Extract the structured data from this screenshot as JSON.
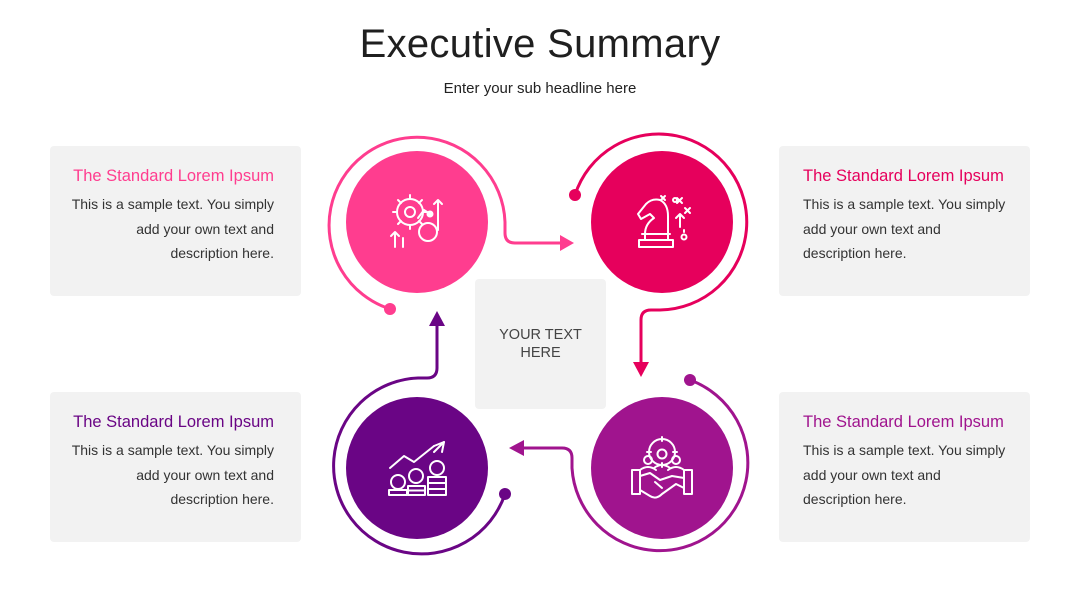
{
  "header": {
    "title": "Executive Summary",
    "subtitle": "Enter your sub headline here"
  },
  "center": {
    "text": "YOUR TEXT HERE"
  },
  "colors": {
    "pink": "#ff3d8f",
    "crimson": "#e6005c",
    "magenta": "#a0148e",
    "purple": "#6a0585",
    "card_bg": "#f2f2f2"
  },
  "steps": [
    {
      "position": "top-left",
      "heading": "The Standard Lorem Ipsum",
      "body": "This is a sample text. You simply add your own text and description here.",
      "icon": "gear-chart-growth-icon",
      "color": "#ff3d8f"
    },
    {
      "position": "top-right",
      "heading": "The Standard Lorem Ipsum",
      "body": "This is a sample text. You simply add your own text and description here.",
      "icon": "chess-knight-strategy-icon",
      "color": "#e6005c"
    },
    {
      "position": "bottom-right",
      "heading": "The Standard Lorem Ipsum",
      "body": "This is a sample text. You simply add your own text and description here.",
      "icon": "team-handshake-icon",
      "color": "#a0148e"
    },
    {
      "position": "bottom-left",
      "heading": "The Standard Lorem Ipsum",
      "body": "This is a sample text. You simply add your own text and description here.",
      "icon": "coins-growth-icon",
      "color": "#6a0585"
    }
  ]
}
